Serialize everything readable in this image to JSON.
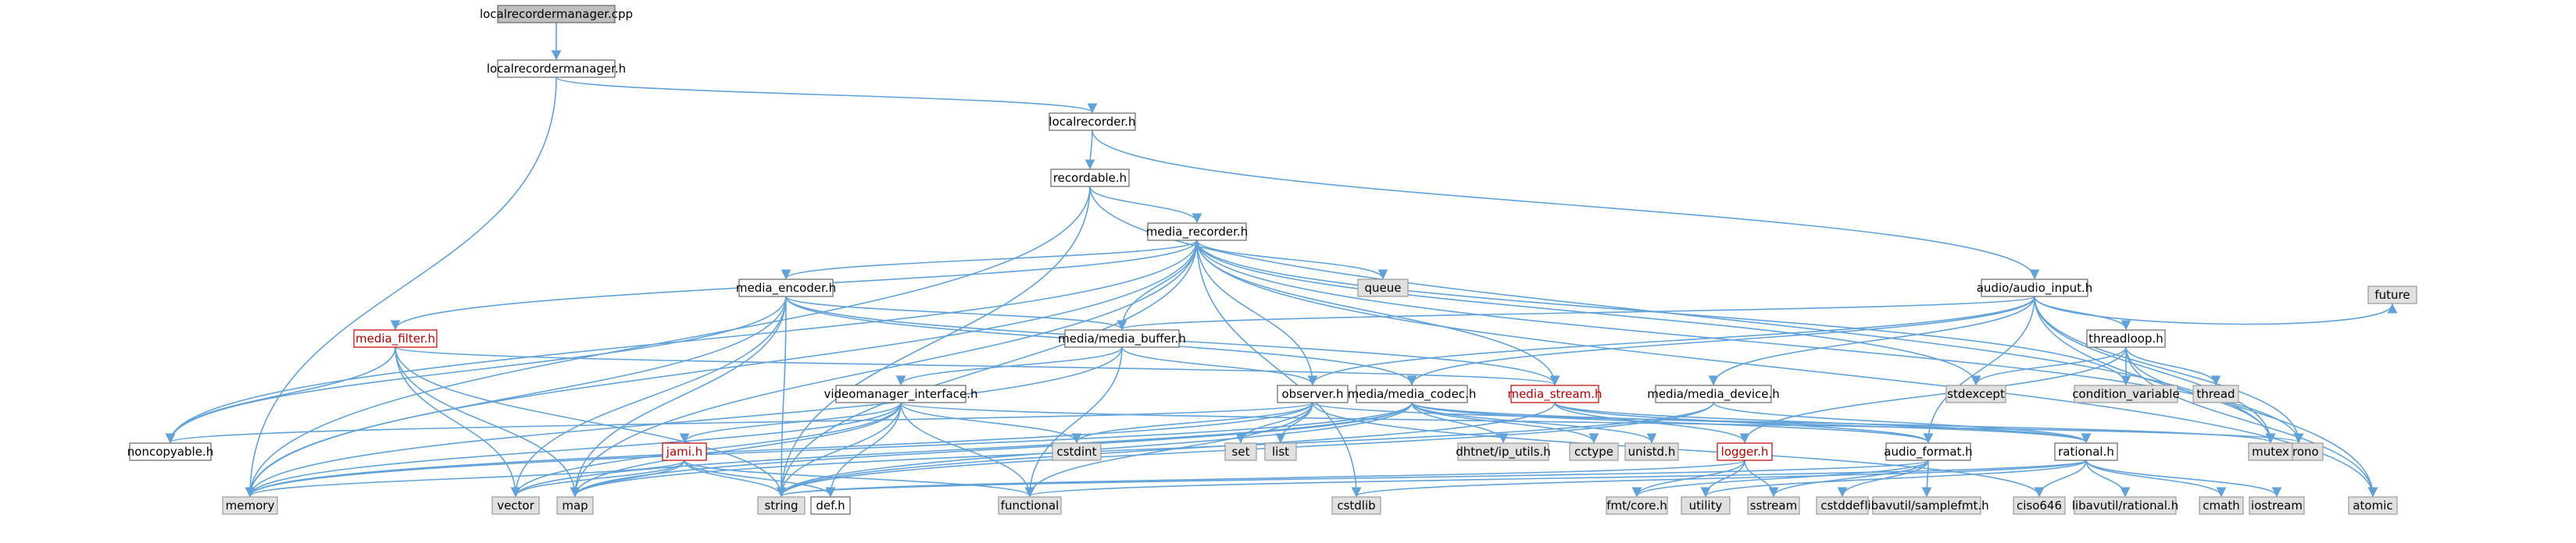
{
  "graph": {
    "colors": {
      "edge": "#63a2d8",
      "node_fill": "#ffffff",
      "system_fill": "#e0e0e0",
      "root_fill": "#bfbfbf",
      "incomplete_border": "#c00000"
    },
    "nodes": [
      {
        "id": "localrecordermanager_cpp",
        "label": "localrecordermanager.cpp",
        "kind": "root"
      },
      {
        "id": "localrecordermanager_h",
        "label": "localrecordermanager.h",
        "kind": "header"
      },
      {
        "id": "localrecorder_h",
        "label": "localrecorder.h",
        "kind": "header"
      },
      {
        "id": "recordable_h",
        "label": "recordable.h",
        "kind": "header"
      },
      {
        "id": "media_recorder_h",
        "label": "media_recorder.h",
        "kind": "header"
      },
      {
        "id": "audio_input_h",
        "label": "audio/audio_input.h",
        "kind": "header"
      },
      {
        "id": "media_encoder_h",
        "label": "media_encoder.h",
        "kind": "header"
      },
      {
        "id": "queue",
        "label": "queue",
        "kind": "system"
      },
      {
        "id": "future",
        "label": "future",
        "kind": "system"
      },
      {
        "id": "media_filter_h",
        "label": "media_filter.h",
        "kind": "incomplete"
      },
      {
        "id": "media_buffer_h",
        "label": "media/media_buffer.h",
        "kind": "header"
      },
      {
        "id": "threadloop_h",
        "label": "threadloop.h",
        "kind": "header"
      },
      {
        "id": "videomanager_interface_h",
        "label": "videomanager_interface.h",
        "kind": "header"
      },
      {
        "id": "observer_h",
        "label": "observer.h",
        "kind": "header"
      },
      {
        "id": "media_codec_h",
        "label": "media/media_codec.h",
        "kind": "header"
      },
      {
        "id": "media_stream_h",
        "label": "media_stream.h",
        "kind": "incomplete"
      },
      {
        "id": "media_device_h",
        "label": "media/media_device.h",
        "kind": "header"
      },
      {
        "id": "stdexcept",
        "label": "stdexcept",
        "kind": "system"
      },
      {
        "id": "condition_variable",
        "label": "condition_variable",
        "kind": "system"
      },
      {
        "id": "thread",
        "label": "thread",
        "kind": "system"
      },
      {
        "id": "noncopyable_h",
        "label": "noncopyable.h",
        "kind": "header"
      },
      {
        "id": "jami_h",
        "label": "jami.h",
        "kind": "incomplete"
      },
      {
        "id": "cstdint",
        "label": "cstdint",
        "kind": "system"
      },
      {
        "id": "set",
        "label": "set",
        "kind": "system"
      },
      {
        "id": "list",
        "label": "list",
        "kind": "system"
      },
      {
        "id": "ip_utils_h",
        "label": "dhtnet/ip_utils.h",
        "kind": "system"
      },
      {
        "id": "cctype",
        "label": "cctype",
        "kind": "system"
      },
      {
        "id": "unistd_h",
        "label": "unistd.h",
        "kind": "system"
      },
      {
        "id": "logger_h",
        "label": "logger.h",
        "kind": "incomplete"
      },
      {
        "id": "audio_format_h",
        "label": "audio_format.h",
        "kind": "header"
      },
      {
        "id": "rational_h",
        "label": "rational.h",
        "kind": "header"
      },
      {
        "id": "chrono",
        "label": "chrono",
        "kind": "system"
      },
      {
        "id": "mutex",
        "label": "mutex",
        "kind": "system"
      },
      {
        "id": "memory",
        "label": "memory",
        "kind": "system"
      },
      {
        "id": "vector",
        "label": "vector",
        "kind": "system"
      },
      {
        "id": "map",
        "label": "map",
        "kind": "system"
      },
      {
        "id": "def_h",
        "label": "def.h",
        "kind": "header"
      },
      {
        "id": "string",
        "label": "string",
        "kind": "system"
      },
      {
        "id": "functional",
        "label": "functional",
        "kind": "system"
      },
      {
        "id": "cstdlib",
        "label": "cstdlib",
        "kind": "system"
      },
      {
        "id": "fmt_core_h",
        "label": "fmt/core.h",
        "kind": "system"
      },
      {
        "id": "utility",
        "label": "utility",
        "kind": "system"
      },
      {
        "id": "sstream",
        "label": "sstream",
        "kind": "system"
      },
      {
        "id": "cstddef",
        "label": "cstddef",
        "kind": "system"
      },
      {
        "id": "samplefmt_h",
        "label": "libavutil/samplefmt.h",
        "kind": "system"
      },
      {
        "id": "ciso646",
        "label": "ciso646",
        "kind": "system"
      },
      {
        "id": "av_rational_h",
        "label": "libavutil/rational.h",
        "kind": "system"
      },
      {
        "id": "cmath",
        "label": "cmath",
        "kind": "system"
      },
      {
        "id": "iostream",
        "label": "iostream",
        "kind": "system"
      },
      {
        "id": "atomic",
        "label": "atomic",
        "kind": "system"
      }
    ],
    "edges": [
      [
        "localrecordermanager_cpp",
        "localrecordermanager_h"
      ],
      [
        "localrecordermanager_h",
        "localrecorder_h"
      ],
      [
        "localrecordermanager_h",
        "memory"
      ],
      [
        "localrecorder_h",
        "recordable_h"
      ],
      [
        "localrecorder_h",
        "audio_input_h"
      ],
      [
        "recordable_h",
        "media_recorder_h"
      ],
      [
        "recordable_h",
        "memory"
      ],
      [
        "recordable_h",
        "string"
      ],
      [
        "recordable_h",
        "mutex"
      ],
      [
        "media_recorder_h",
        "media_encoder_h"
      ],
      [
        "media_recorder_h",
        "media_filter_h"
      ],
      [
        "media_recorder_h",
        "media_buffer_h"
      ],
      [
        "media_recorder_h",
        "observer_h"
      ],
      [
        "media_recorder_h",
        "media_stream_h"
      ],
      [
        "media_recorder_h",
        "queue"
      ],
      [
        "media_recorder_h",
        "noncopyable_h"
      ],
      [
        "media_recorder_h",
        "stdexcept"
      ],
      [
        "media_recorder_h",
        "condition_variable"
      ],
      [
        "media_recorder_h",
        "chrono"
      ],
      [
        "media_recorder_h",
        "map"
      ],
      [
        "media_recorder_h",
        "memory"
      ],
      [
        "media_recorder_h",
        "string"
      ],
      [
        "media_recorder_h",
        "atomic"
      ],
      [
        "media_recorder_h",
        "cstdlib"
      ],
      [
        "media_encoder_h",
        "media_buffer_h"
      ],
      [
        "media_encoder_h",
        "media_codec_h"
      ],
      [
        "media_encoder_h",
        "media_stream_h"
      ],
      [
        "media_encoder_h",
        "noncopyable_h"
      ],
      [
        "media_encoder_h",
        "map"
      ],
      [
        "media_encoder_h",
        "memory"
      ],
      [
        "media_encoder_h",
        "string"
      ],
      [
        "media_encoder_h",
        "vector"
      ],
      [
        "media_filter_h",
        "media_stream_h"
      ],
      [
        "media_filter_h",
        "noncopyable_h"
      ],
      [
        "media_filter_h",
        "map"
      ],
      [
        "media_filter_h",
        "string"
      ],
      [
        "media_filter_h",
        "vector"
      ],
      [
        "media_buffer_h",
        "videomanager_interface_h"
      ],
      [
        "media_buffer_h",
        "observer_h"
      ],
      [
        "media_buffer_h",
        "memory"
      ],
      [
        "media_buffer_h",
        "functional"
      ],
      [
        "audio_input_h",
        "media_buffer_h"
      ],
      [
        "audio_input_h",
        "observer_h"
      ],
      [
        "audio_input_h",
        "media_codec_h"
      ],
      [
        "audio_input_h",
        "media_device_h"
      ],
      [
        "audio_input_h",
        "threadloop_h"
      ],
      [
        "audio_input_h",
        "audio_format_h"
      ],
      [
        "audio_input_h",
        "future"
      ],
      [
        "audio_input_h",
        "chrono"
      ],
      [
        "audio_input_h",
        "mutex"
      ],
      [
        "audio_input_h",
        "atomic"
      ],
      [
        "threadloop_h",
        "stdexcept"
      ],
      [
        "threadloop_h",
        "condition_variable"
      ],
      [
        "threadloop_h",
        "thread"
      ],
      [
        "threadloop_h",
        "mutex"
      ],
      [
        "threadloop_h",
        "atomic"
      ],
      [
        "threadloop_h",
        "logger_h"
      ],
      [
        "videomanager_interface_h",
        "jami_h"
      ],
      [
        "videomanager_interface_h",
        "def_h"
      ],
      [
        "videomanager_interface_h",
        "cstdint"
      ],
      [
        "videomanager_interface_h",
        "memory"
      ],
      [
        "videomanager_interface_h",
        "vector"
      ],
      [
        "videomanager_interface_h",
        "map"
      ],
      [
        "videomanager_interface_h",
        "string"
      ],
      [
        "videomanager_interface_h",
        "functional"
      ],
      [
        "videomanager_interface_h",
        "chrono"
      ],
      [
        "observer_h",
        "noncopyable_h"
      ],
      [
        "observer_h",
        "cstdint"
      ],
      [
        "observer_h",
        "memory"
      ],
      [
        "observer_h",
        "set"
      ],
      [
        "observer_h",
        "list"
      ],
      [
        "observer_h",
        "mutex"
      ],
      [
        "observer_h",
        "functional"
      ],
      [
        "observer_h",
        "ciso646"
      ],
      [
        "media_codec_h",
        "audio_format_h"
      ],
      [
        "media_codec_h",
        "rational_h"
      ],
      [
        "media_codec_h",
        "ip_utils_h"
      ],
      [
        "media_codec_h",
        "cctype"
      ],
      [
        "media_codec_h",
        "unistd_h"
      ],
      [
        "media_codec_h",
        "string"
      ],
      [
        "media_codec_h",
        "vector"
      ],
      [
        "media_codec_h",
        "map"
      ],
      [
        "media_codec_h",
        "memory"
      ],
      [
        "media_stream_h",
        "audio_format_h"
      ],
      [
        "media_stream_h",
        "rational_h"
      ],
      [
        "media_stream_h",
        "logger_h"
      ],
      [
        "media_stream_h",
        "string"
      ],
      [
        "media_device_h",
        "rational_h"
      ],
      [
        "media_device_h",
        "string"
      ],
      [
        "media_device_h",
        "map"
      ],
      [
        "jami_h",
        "def_h"
      ],
      [
        "jami_h",
        "memory"
      ],
      [
        "jami_h",
        "vector"
      ],
      [
        "jami_h",
        "map"
      ],
      [
        "jami_h",
        "string"
      ],
      [
        "jami_h",
        "functional"
      ],
      [
        "logger_h",
        "fmt_core_h"
      ],
      [
        "logger_h",
        "string"
      ],
      [
        "logger_h",
        "sstream"
      ],
      [
        "logger_h",
        "utility"
      ],
      [
        "audio_format_h",
        "fmt_core_h"
      ],
      [
        "audio_format_h",
        "sstream"
      ],
      [
        "audio_format_h",
        "string"
      ],
      [
        "audio_format_h",
        "cstddef"
      ],
      [
        "audio_format_h",
        "samplefmt_h"
      ],
      [
        "rational_h",
        "utility"
      ],
      [
        "rational_h",
        "cstdlib"
      ],
      [
        "rational_h",
        "ciso646"
      ],
      [
        "rational_h",
        "av_rational_h"
      ],
      [
        "rational_h",
        "cmath"
      ],
      [
        "rational_h",
        "iostream"
      ],
      [
        "rational_h",
        "functional"
      ]
    ]
  }
}
